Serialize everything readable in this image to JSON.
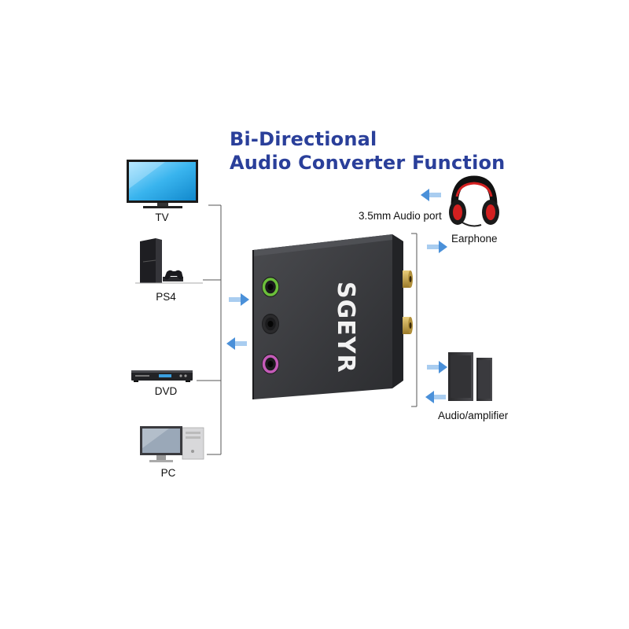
{
  "title": {
    "line1": "Bi-Directional",
    "line2": "Audio Converter Function"
  },
  "brand": "SGEYR",
  "left_devices": [
    {
      "id": "tv",
      "label": "TV",
      "icon": "tv-icon"
    },
    {
      "id": "ps4",
      "label": "PS4",
      "icon": "game-console-icon"
    },
    {
      "id": "dvd",
      "label": "DVD",
      "icon": "dvd-player-icon"
    },
    {
      "id": "pc",
      "label": "PC",
      "icon": "desktop-computer-icon"
    }
  ],
  "right_devices": [
    {
      "id": "earphone",
      "label": "Earphone",
      "icon": "headset-icon"
    },
    {
      "id": "amplifier",
      "label": "Audio/amplifier",
      "icon": "speaker-icon"
    }
  ],
  "port_label": "3.5mm Audio port",
  "colors": {
    "title": "#2a3f9a",
    "arrow": "#4a90d9",
    "device_body": "#3a3b3e",
    "port_green": "#6bbf3a",
    "port_pink": "#c45bb8",
    "rca_gold": "#c9a64a",
    "headset_red": "#d32020"
  }
}
